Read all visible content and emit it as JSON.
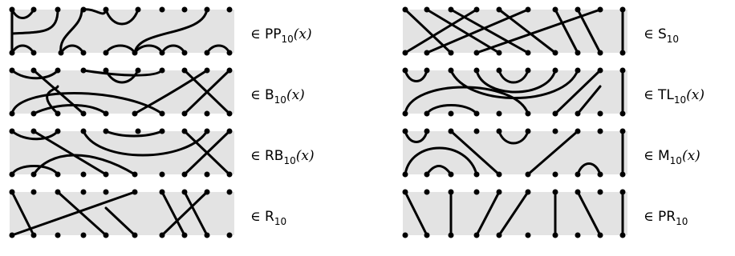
{
  "diagrams": [
    {
      "key": "pp",
      "algebra": "PP",
      "index": "10",
      "param": "(x)"
    },
    {
      "key": "s",
      "algebra": "S",
      "index": "10",
      "param": ""
    },
    {
      "key": "b",
      "algebra": "B",
      "index": "10",
      "param": "(x)"
    },
    {
      "key": "tl",
      "algebra": "TL",
      "index": "10",
      "param": "(x)"
    },
    {
      "key": "rb",
      "algebra": "RB",
      "index": "10",
      "param": "(x)"
    },
    {
      "key": "m",
      "algebra": "M",
      "index": "10",
      "param": "(x)"
    },
    {
      "key": "r",
      "algebra": "R",
      "index": "10",
      "param": ""
    },
    {
      "key": "pr",
      "algebra": "PR",
      "index": "10",
      "param": ""
    }
  ],
  "member_symbol": "∈",
  "colors": {
    "panel": "#e3e3e3",
    "stroke": "#000000",
    "background": "#ffffff"
  }
}
